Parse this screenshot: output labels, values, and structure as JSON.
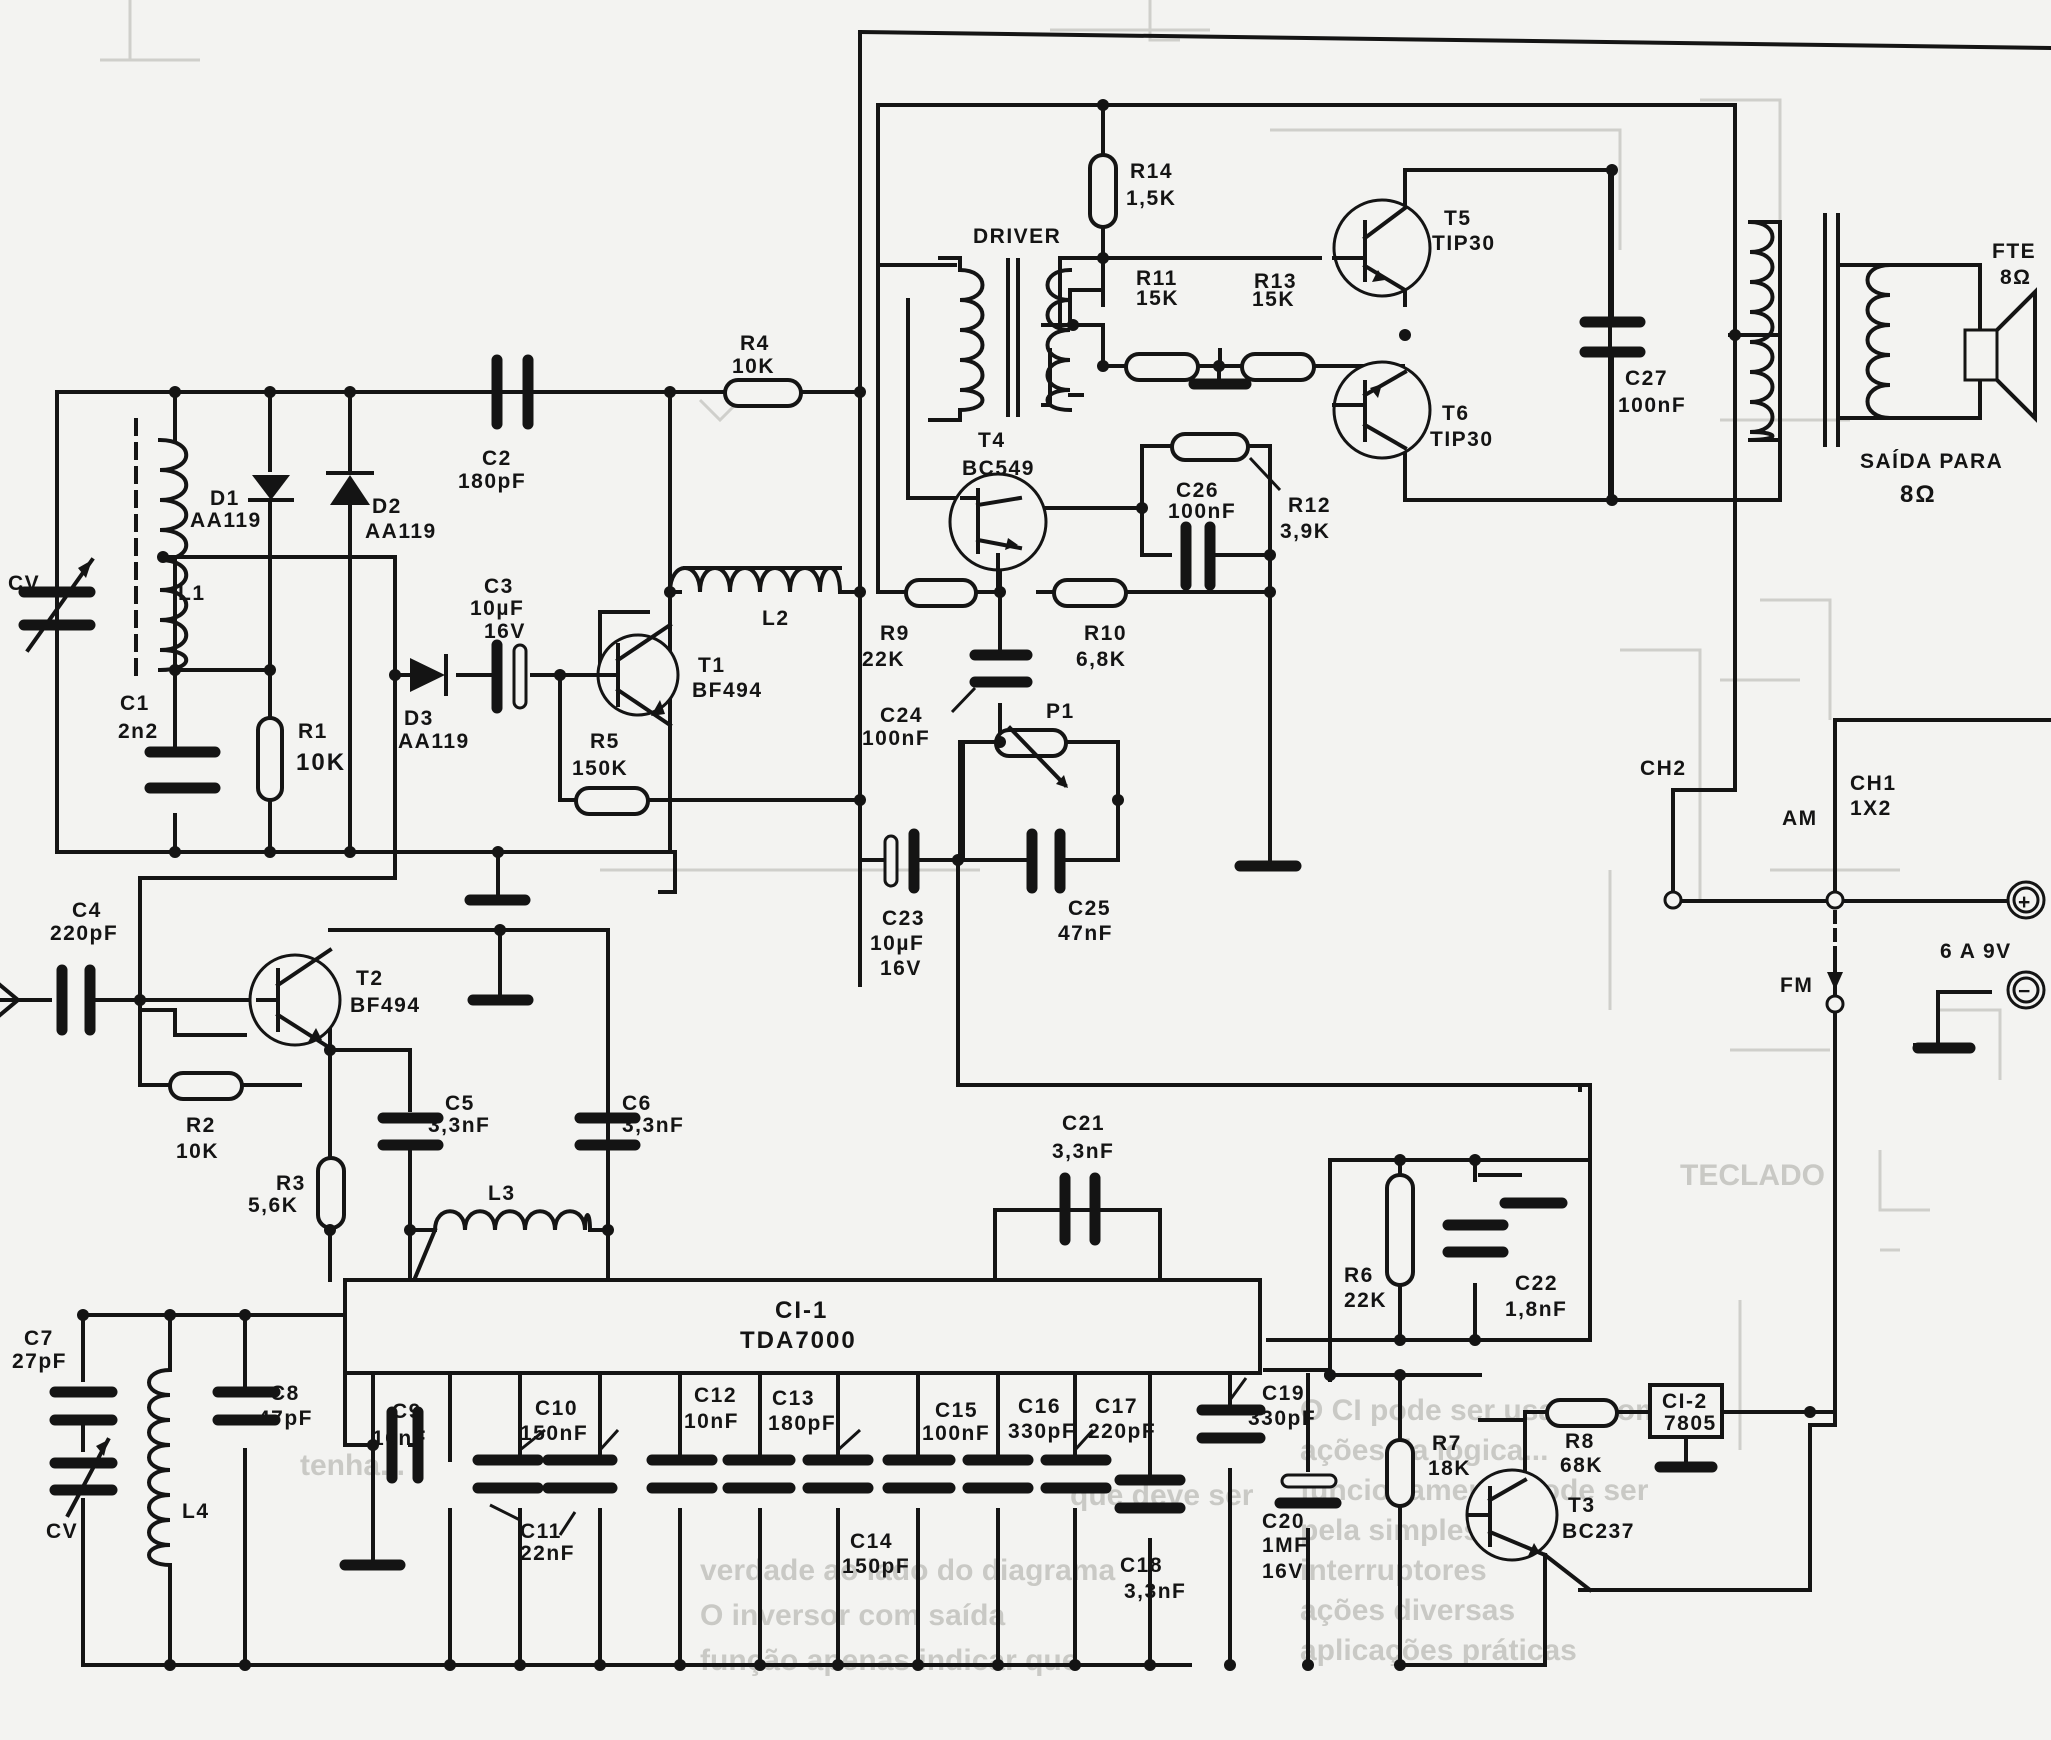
{
  "components": {
    "cv_top": [
      "CV"
    ],
    "l1": [
      "L1"
    ],
    "c1": [
      "C1",
      "2n2"
    ],
    "d1": [
      "D1",
      "AA119"
    ],
    "d2": [
      "D2",
      "AA119"
    ],
    "r1": [
      "R1",
      "10K"
    ],
    "d3": [
      "D3",
      "AA119"
    ],
    "c2": [
      "C2",
      "180pF"
    ],
    "c3": [
      "C3",
      "10µF",
      "16V"
    ],
    "t1": [
      "T1",
      "BF494"
    ],
    "r5": [
      "R5",
      "150K"
    ],
    "r4": [
      "R4",
      "10K"
    ],
    "l2": [
      "L2"
    ],
    "driver": [
      "DRIVER"
    ],
    "r14": [
      "R14",
      "1,5K"
    ],
    "r11": [
      "R11",
      "15K"
    ],
    "r13": [
      "R13",
      "15K"
    ],
    "t5": [
      "T5",
      "TIP30"
    ],
    "t6": [
      "T6",
      "TIP30"
    ],
    "c27": [
      "C27",
      "100nF"
    ],
    "fte": [
      "FTE",
      "8Ω"
    ],
    "saida": [
      "SAÍDA PARA",
      "8Ω"
    ],
    "t4": [
      "T4",
      "BC549"
    ],
    "c26": [
      "C26",
      "100nF"
    ],
    "r12": [
      "R12",
      "3,9K"
    ],
    "r9": [
      "R9",
      "22K"
    ],
    "r10": [
      "R10",
      "6,8K"
    ],
    "c24": [
      "C24",
      "100nF"
    ],
    "p1": [
      "P1"
    ],
    "c23": [
      "C23",
      "10µF",
      "16V"
    ],
    "c25": [
      "C25",
      "47nF"
    ],
    "ch2": [
      "CH2"
    ],
    "ch1": [
      "CH1",
      "1X2"
    ],
    "am": [
      "AM"
    ],
    "fm": [
      "FM"
    ],
    "supply": [
      "6 A 9V"
    ],
    "plus": [
      "+"
    ],
    "minus": [
      "−"
    ],
    "c4": [
      "C4",
      "220pF"
    ],
    "t2": [
      "T2",
      "BF494"
    ],
    "r2": [
      "R2",
      "10K"
    ],
    "c5": [
      "C5",
      "3,3nF"
    ],
    "c6": [
      "C6",
      "3,3nF"
    ],
    "r3": [
      "R3",
      "5,6K"
    ],
    "l3": [
      "L3"
    ],
    "c21": [
      "C21",
      "3,3nF"
    ],
    "r6": [
      "R6",
      "22K"
    ],
    "c22": [
      "C22",
      "1,8nF"
    ],
    "ci1": [
      "CI-1",
      "TDA7000"
    ],
    "c7": [
      "C7",
      "27pF"
    ],
    "cv_bottom": [
      "CV"
    ],
    "l4": [
      "L4"
    ],
    "c8": [
      "C8",
      "47pF"
    ],
    "c9": [
      "C9",
      "10nF"
    ],
    "c10": [
      "C10",
      "150nF"
    ],
    "c11": [
      "C11",
      "22nF"
    ],
    "c12": [
      "C12",
      "10nF"
    ],
    "c13": [
      "C13",
      "180pF"
    ],
    "c14": [
      "C14",
      "150pF"
    ],
    "c15": [
      "C15",
      "100nF"
    ],
    "c16": [
      "C16",
      "330pF"
    ],
    "c17": [
      "C17",
      "220pF"
    ],
    "c18": [
      "C18",
      "3,3nF"
    ],
    "c19": [
      "C19",
      "330pF"
    ],
    "c20": [
      "C20",
      "1MF",
      "16V"
    ],
    "r7": [
      "R7",
      "18K"
    ],
    "r8": [
      "R8",
      "68K"
    ],
    "ci2": [
      "CI-2",
      "7805"
    ],
    "t3": [
      "T3",
      "BC237"
    ]
  },
  "colors": {
    "ink": "#141414",
    "paper": "#f3f3f1",
    "ghost": "#cfcfcb"
  }
}
